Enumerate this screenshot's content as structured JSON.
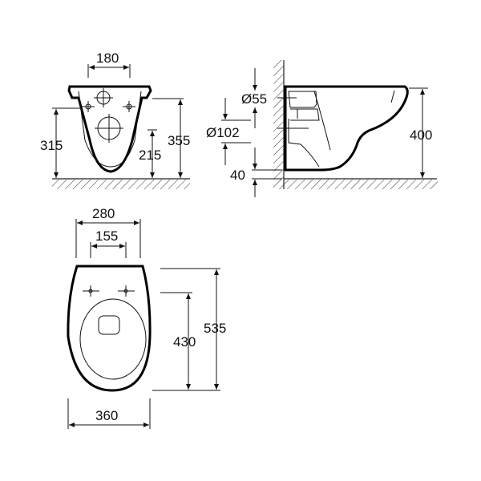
{
  "title": "Wall-hung WC dimension drawing",
  "colors": {
    "line": "#000000",
    "background": "#ffffff"
  },
  "front_view": {
    "width_top": "180",
    "height_left": "315",
    "height_outlet": "215",
    "height_right": "355"
  },
  "side_view": {
    "inlet_diameter": "Ø55",
    "outlet_diameter": "Ø102",
    "outlet_height": "40",
    "total_height": "400"
  },
  "top_view": {
    "width_rear": "280",
    "fixing_spacing": "155",
    "fixing_to_front": "430",
    "depth": "535",
    "width": "360"
  }
}
